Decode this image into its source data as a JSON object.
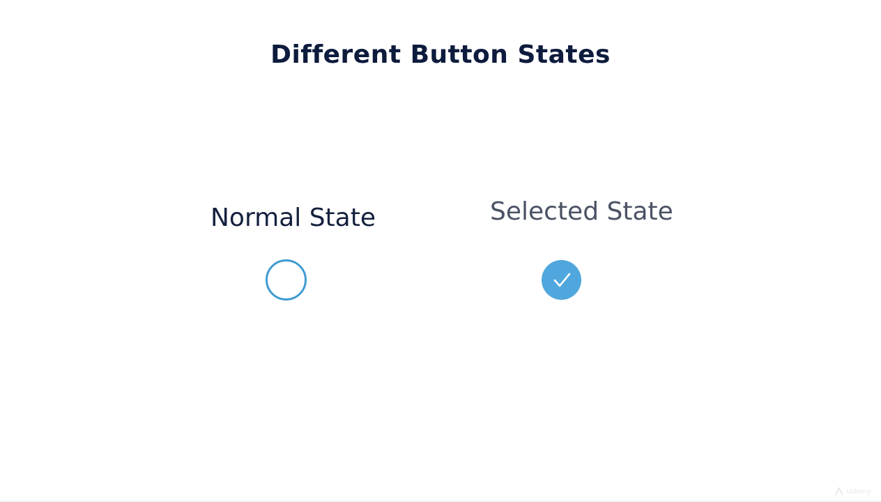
{
  "slide": {
    "title": "Different Button States",
    "normal_state_label": "Normal State",
    "selected_state_label": "Selected State"
  },
  "icons": {
    "normal_radio": "empty-circle-icon",
    "selected_radio": "checkmark-circle-icon",
    "watermark": "udemy-logo-icon"
  },
  "colors": {
    "background": "#ffffff",
    "title": "#0d1b3d",
    "accent_blue": "#4fa7dd",
    "outline_blue": "#3f9bd2"
  },
  "watermark": {
    "text": "Udemy"
  }
}
